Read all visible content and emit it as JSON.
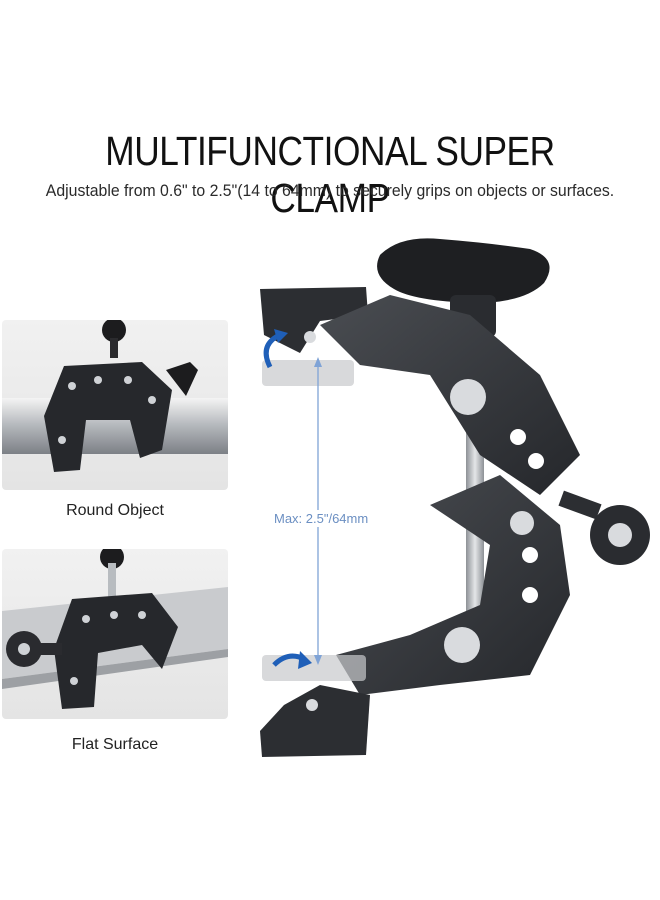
{
  "header": {
    "title": "MULTIFUNCTIONAL SUPER CLAMP",
    "subtitle": "Adjustable from 0.6\" to 2.5\"(14 to 64mm) to securely grips on objects or surfaces."
  },
  "uses": [
    {
      "caption": "Round Object"
    },
    {
      "caption": "Flat Surface"
    }
  ],
  "product": {
    "max_label": "Max: 2.5\"/64mm"
  },
  "colors": {
    "clamp_body": "#3a3d42",
    "accent_arrow": "#1f5fb8",
    "measure_line": "#7fa3d6"
  }
}
